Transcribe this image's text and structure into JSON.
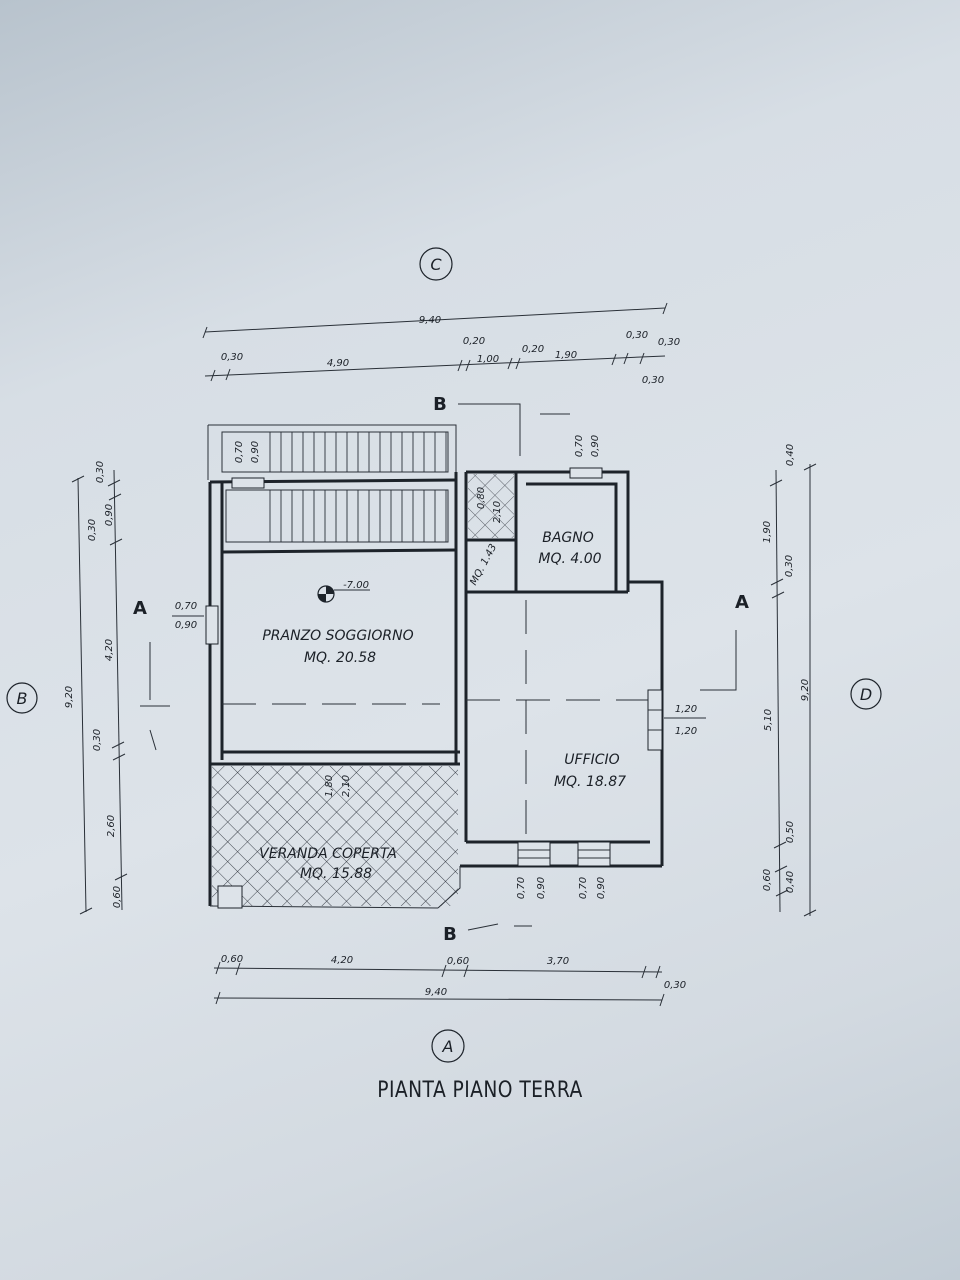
{
  "title": "PIANTA PIANO TERRA",
  "axes": {
    "top": "C",
    "left": "B",
    "right": "D",
    "bottom": "A"
  },
  "sections": {
    "aa": "A",
    "bb": "B"
  },
  "rooms": {
    "living": {
      "name": "PRANZO SOGGIORNO",
      "area": "MQ. 20.58"
    },
    "bath": {
      "name": "BAGNO",
      "area": "MQ. 4.00"
    },
    "office": {
      "name": "UFFICIO",
      "area": "MQ. 18.87"
    },
    "veranda": {
      "name": "VERANDA COPERTA",
      "area": "MQ. 15.88"
    },
    "closet": {
      "area": "MQ. 1.43"
    }
  },
  "level": "-7.00",
  "dims": {
    "top_total": "9,40",
    "top_a": "0,30",
    "top_b": "4,90",
    "top_c": "0,20",
    "top_d": "1,00",
    "top_e": "0,20",
    "top_f": "1,90",
    "top_g": "0,30",
    "top_h": "0,30",
    "top_i": "0,30",
    "bottom_total": "9,40",
    "bottom_a": "0,60",
    "bottom_b": "4,20",
    "bottom_c": "0,60",
    "bottom_d": "3,70",
    "bottom_e": "0,30",
    "left_total": "9,20",
    "left_a": "0,30",
    "left_b": "0,30",
    "left_c": "0,90",
    "left_d": "4,20",
    "left_e": "0,30",
    "left_f": "2,60",
    "left_g": "0,60",
    "right_total": "9,20",
    "right_inner": "5,10",
    "right_a": "0,40",
    "right_b": "1,90",
    "right_c": "0,30",
    "right_d": "0,50",
    "right_e": "0,60",
    "right_f": "0,40",
    "win_top_l1": "0,70",
    "win_top_l2": "0,90",
    "win_top_r1": "0,70",
    "win_top_r2": "0,90",
    "win_left1": "0,70",
    "win_left2": "0,90",
    "win_right1": "1,20",
    "win_right2": "1,20",
    "door_ver1": "1,80",
    "door_ver2": "2,10",
    "door_clos1": "0,80",
    "door_clos2": "2,10",
    "win_bot1a": "0,70",
    "win_bot1b": "0,90",
    "win_bot2a": "0,70",
    "win_bot2b": "0,90"
  }
}
